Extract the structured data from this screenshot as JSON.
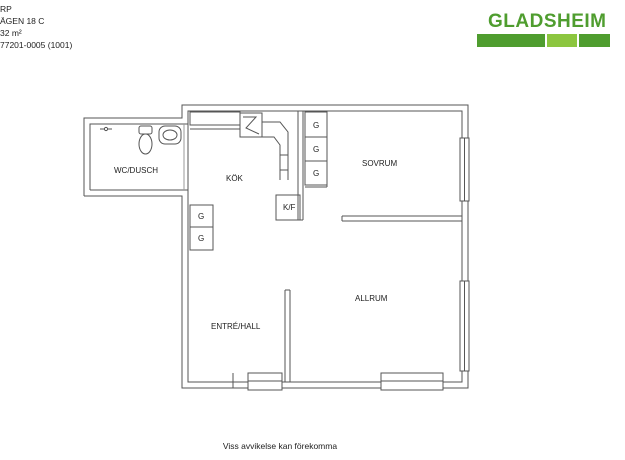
{
  "header": {
    "line1": "RP",
    "line2": "ÄGEN 18 C",
    "line3": "32 m²",
    "line4": "77201-0005 (1001)"
  },
  "logo": {
    "text": "GLADSHEIM",
    "text_color": "#4f9d2f",
    "bar_colors": [
      "#4f9d2f",
      "#8cc63f",
      "#4f9d2f"
    ]
  },
  "rooms": {
    "wc": "WC/DUSCH",
    "kitchen": "KÖK",
    "bedroom": "SOVRUM",
    "hall": "ENTRÉ/HALL",
    "living": "ALLRUM",
    "fridge": "K/F"
  },
  "wardrobe_label": "G",
  "disclaimer": "Viss avvikelse kan förekomma"
}
